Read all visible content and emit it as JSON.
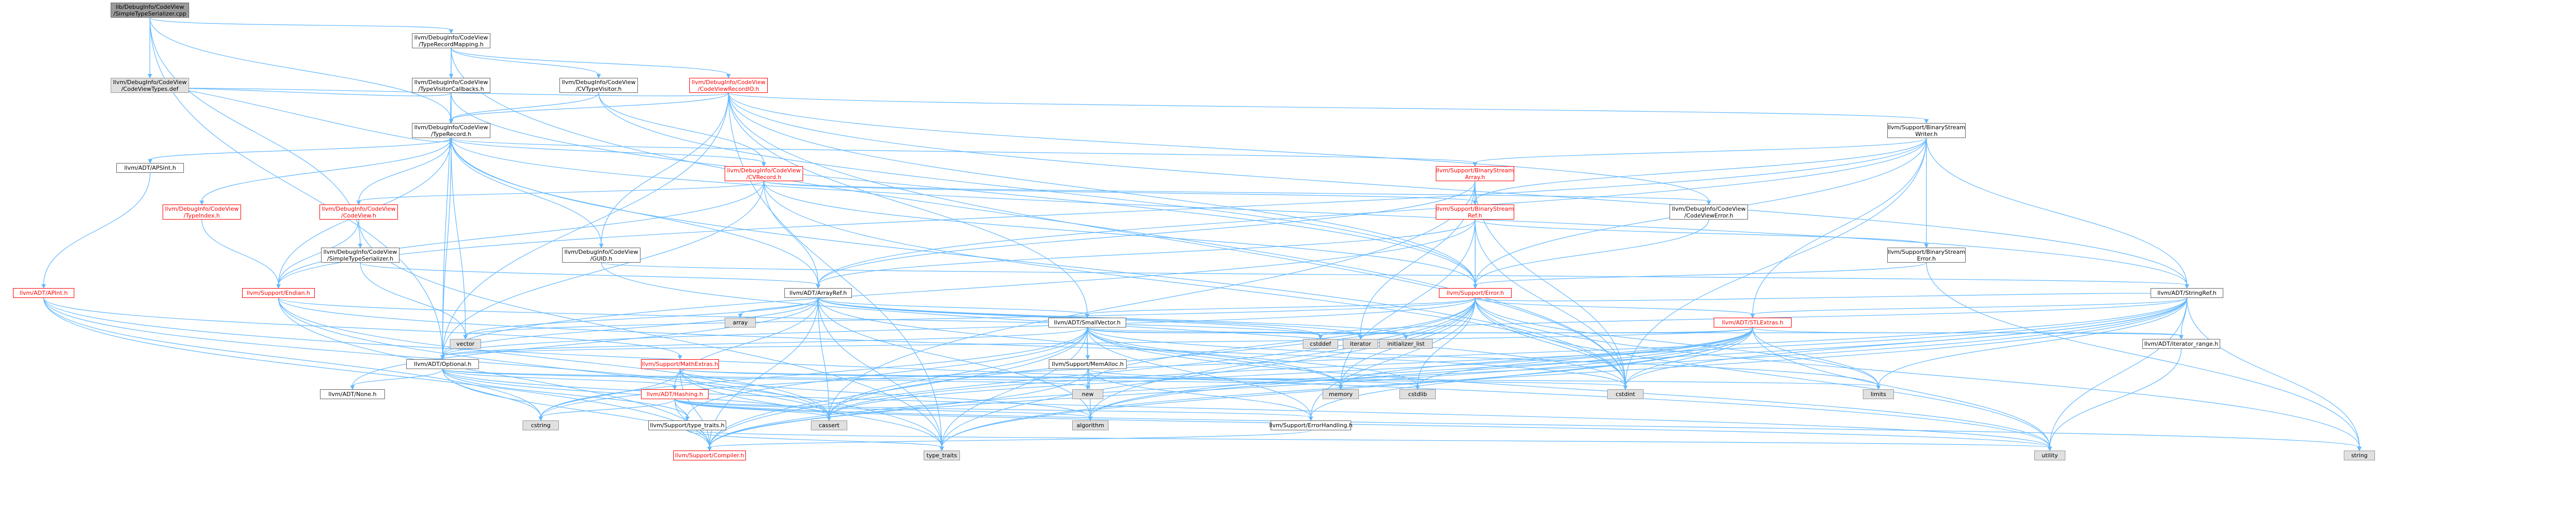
{
  "colors": {
    "edge": "#63b8ff",
    "root_fill": "#9a9a9a",
    "external_fill": "#e0e0e0",
    "truncated_border": "#ff0000",
    "node_border": "#666666"
  },
  "nodes": {
    "root": [
      "lib/DebugInfo/CodeView",
      "/SimpleTypeSerializer.cpp"
    ],
    "type_record_mapping": [
      "llvm/DebugInfo/CodeView",
      "/TypeRecordMapping.h"
    ],
    "codeview_types_def": [
      "llvm/DebugInfo/CodeView",
      "/CodeViewTypes.def"
    ],
    "type_visitor_callbacks": [
      "llvm/DebugInfo/CodeView",
      "/TypeVisitorCallbacks.h"
    ],
    "cv_type_visitor": [
      "llvm/DebugInfo/CodeView",
      "/CVTypeVisitor.h"
    ],
    "codeview_record_io": [
      "llvm/DebugInfo/CodeView",
      "/CodeViewRecordIO.h"
    ],
    "type_record": [
      "llvm/DebugInfo/CodeView",
      "/TypeRecord.h"
    ],
    "binary_stream_writer": [
      "llvm/Support/BinaryStream",
      "Writer.h"
    ],
    "apsint": [
      "llvm/ADT/APSInt.h"
    ],
    "cv_record": [
      "llvm/DebugInfo/CodeView",
      "/CVRecord.h"
    ],
    "binary_stream_array": [
      "llvm/Support/BinaryStream",
      "Array.h"
    ],
    "type_index": [
      "llvm/DebugInfo/CodeView",
      "/TypeIndex.h"
    ],
    "codeview_h": [
      "llvm/DebugInfo/CodeView",
      "/CodeView.h"
    ],
    "codeview_error": [
      "llvm/DebugInfo/CodeView",
      "/CodeViewError.h"
    ],
    "binary_stream_ref": [
      "llvm/Support/BinaryStream",
      "Ref.h"
    ],
    "simple_type_serializer": [
      "llvm/DebugInfo/CodeView",
      "/SimpleTypeSerializer.h"
    ],
    "guid": [
      "llvm/DebugInfo/CodeView",
      "/GUID.h"
    ],
    "binary_stream_error": [
      "llvm/Support/BinaryStream",
      "Error.h"
    ],
    "apint": [
      "llvm/ADT/APInt.h"
    ],
    "endian": [
      "llvm/Support/Endian.h"
    ],
    "array_ref": [
      "llvm/ADT/ArrayRef.h"
    ],
    "support_error": [
      "llvm/Support/Error.h"
    ],
    "string_ref": [
      "llvm/ADT/StringRef.h"
    ],
    "small_vector": [
      "llvm/ADT/SmallVector.h"
    ],
    "stl_extras": [
      "llvm/ADT/STLExtras.h"
    ],
    "vector": [
      "vector"
    ],
    "array": [
      "array"
    ],
    "cstddef": [
      "cstddef"
    ],
    "iterator": [
      "iterator"
    ],
    "initializer_list": [
      "initializer_list"
    ],
    "iterator_range": [
      "llvm/ADT/iterator_range.h"
    ],
    "optional": [
      "llvm/ADT/Optional.h"
    ],
    "math_extras": [
      "llvm/Support/MathExtras.h"
    ],
    "mem_alloc": [
      "llvm/Support/MemAlloc.h"
    ],
    "none": [
      "llvm/ADT/None.h"
    ],
    "hashing": [
      "llvm/ADT/Hashing.h"
    ],
    "new": [
      "new"
    ],
    "memory": [
      "memory"
    ],
    "cstdlib": [
      "cstdlib"
    ],
    "cstdint": [
      "cstdint"
    ],
    "limits": [
      "limits"
    ],
    "cstring": [
      "cstring"
    ],
    "type_traits_h": [
      "llvm/Support/type_traits.h"
    ],
    "cassert": [
      "cassert"
    ],
    "algorithm": [
      "algorithm"
    ],
    "error_handling": [
      "llvm/Support/ErrorHandling.h"
    ],
    "compiler": [
      "llvm/Support/Compiler.h"
    ],
    "type_traits": [
      "type_traits"
    ],
    "utility": [
      "utility"
    ],
    "string": [
      "string"
    ]
  }
}
